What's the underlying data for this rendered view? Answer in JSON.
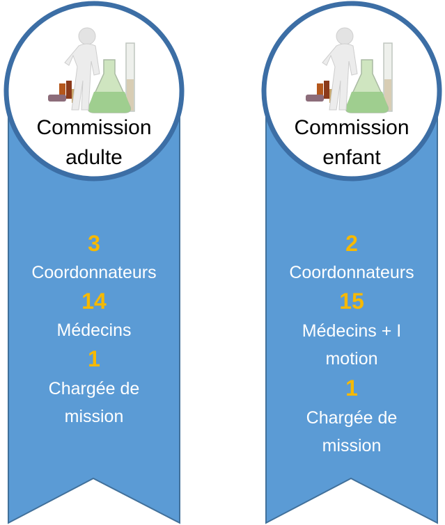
{
  "commissions": [
    {
      "title_line1": "Commission",
      "title_line2": "adulte",
      "stats": [
        {
          "value": "3",
          "label": "Coordonnateurs"
        },
        {
          "value": "14",
          "label": "Médecins"
        },
        {
          "value": "1",
          "label": "Chargée de mission"
        }
      ]
    },
    {
      "title_line1": "Commission",
      "title_line2": "enfant",
      "stats": [
        {
          "value": "2",
          "label": "Coordonnateurs"
        },
        {
          "value": "15",
          "label": "Médecins + I motion"
        },
        {
          "value": "1",
          "label": "Chargée de mission"
        }
      ]
    }
  ],
  "colors": {
    "ribbon_fill": "#5b9bd5",
    "ribbon_stroke": "#41709a",
    "number": "#f7b900",
    "label": "#ffffff",
    "circle_border": "#3c6ea5"
  },
  "icons": [
    "figure-with-lab-glassware-illustration"
  ]
}
